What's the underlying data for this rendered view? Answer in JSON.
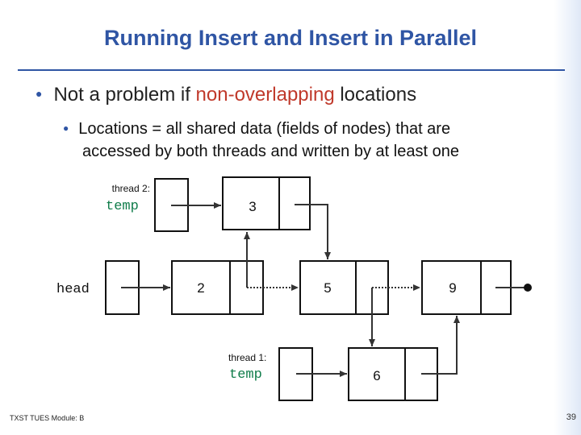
{
  "slide": {
    "title": "Running Insert and Insert in Parallel",
    "bullet1": {
      "before": "Not a problem if ",
      "highlight": "non-overlapping",
      "after": " locations"
    },
    "bullet2": {
      "line1": "Locations = all shared data (fields of nodes) that are",
      "line2": "accessed by both threads and written by at least one"
    },
    "footer": "TXST TUES Module: B",
    "page_number": "39"
  },
  "diagram": {
    "thread2_label": "thread 2:",
    "thread2_var": "temp",
    "thread1_label": "thread 1:",
    "thread1_var": "temp",
    "head_label": "head",
    "node_values": {
      "n2": "2",
      "n3": "3",
      "n5": "5",
      "n6": "6",
      "n9": "9"
    }
  },
  "colors": {
    "title": "#2f55a4",
    "highlight": "#c0392b",
    "code_text": "#0f7c4a"
  }
}
